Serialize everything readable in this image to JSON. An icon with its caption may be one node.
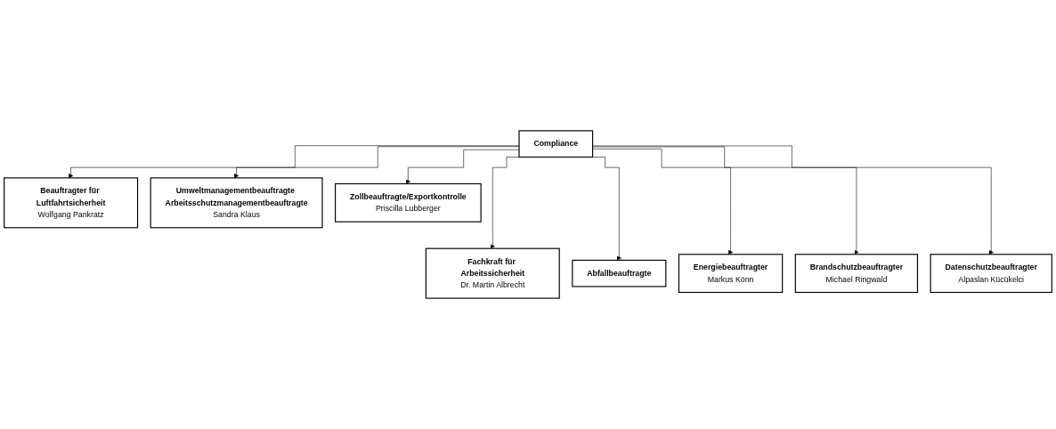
{
  "diagram": {
    "nodes": [
      {
        "text": [
          "Compliance"
        ]
      },
      {
        "text": [
          "Beauftragter für Luftfahrtsicherheit",
          "Wolfgang Pankratz"
        ]
      },
      {
        "text": [
          "Umweltmanagementbeauftragte Arbeitsschutzmanagementbeauftragte",
          "Sandra Klaus"
        ]
      },
      {
        "text": [
          "Zollbeauftragte/Exportkontrolle",
          "Priscilla Lubberger"
        ]
      },
      {
        "text": [
          "Fachkraft für Arbeitssicherheit",
          "Dr. Martin Albrecht"
        ]
      },
      {
        "text": [
          "Abfallbeauftragte"
        ]
      },
      {
        "text": [
          "Energiebeauftragter",
          "Markus Könn"
        ]
      },
      {
        "text": [
          "Brandschutzbeauftragter",
          "Michael Ringwald"
        ]
      },
      {
        "text": [
          "Datenschutzbeauftragter",
          "Alpaslan Kücükelci"
        ]
      }
    ],
    "edges": [
      {
        "from": 0,
        "to": 1,
        "arrow": "to"
      },
      {
        "from": 0,
        "to": 2,
        "arrow": "to"
      },
      {
        "from": 0,
        "to": 3,
        "arrow": "to"
      },
      {
        "from": 0,
        "to": 4,
        "arrow": "to"
      },
      {
        "from": 0,
        "to": 5,
        "arrow": "to"
      },
      {
        "from": 0,
        "to": 6,
        "arrow": "to"
      },
      {
        "from": 0,
        "to": 7,
        "arrow": "to"
      },
      {
        "from": 0,
        "to": 8,
        "arrow": "to"
      }
    ]
  }
}
